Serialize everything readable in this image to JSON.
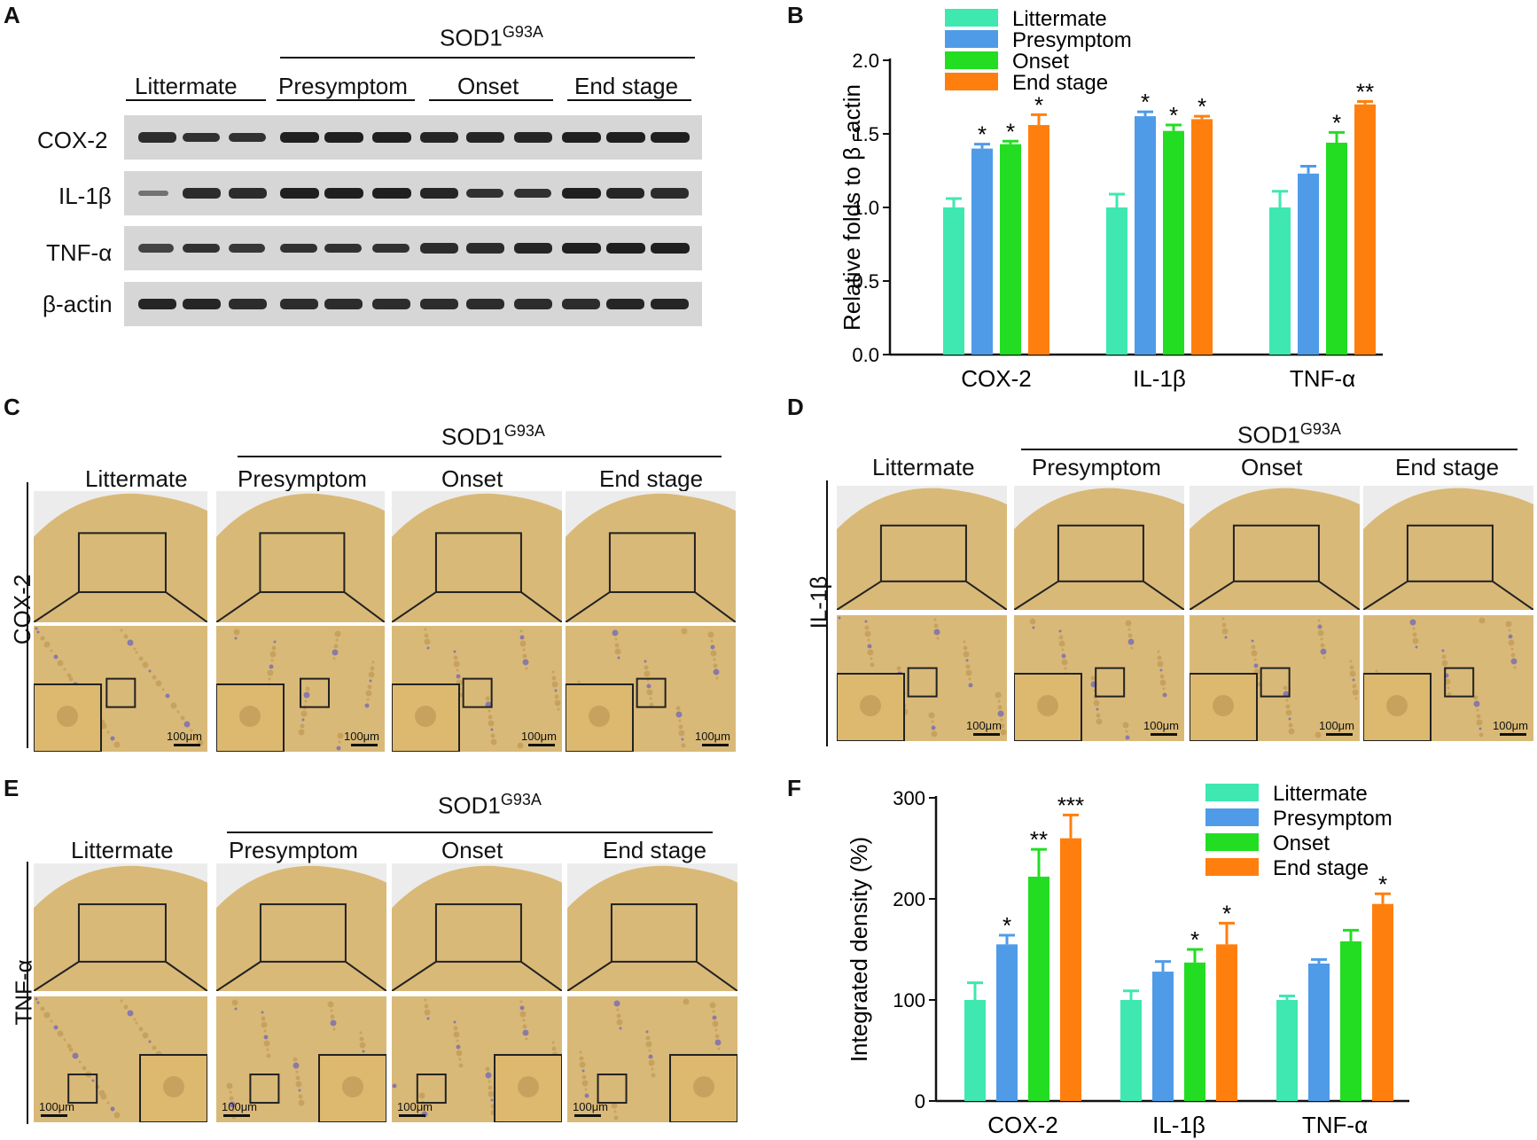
{
  "panels": {
    "A": "A",
    "B": "B",
    "C": "C",
    "D": "D",
    "E": "E",
    "F": "F"
  },
  "groups": {
    "main": "SOD1",
    "sup": "G93A",
    "littermate": "Littermate",
    "presymptom": "Presymptom",
    "onset": "Onset",
    "end_stage": "End stage"
  },
  "blot_rows": [
    "COX-2",
    "IL-1β",
    "TNF-α",
    "β-actin"
  ],
  "blot_intensity": [
    [
      0.9,
      0.85,
      0.85,
      1,
      1,
      1,
      0.95,
      0.95,
      0.95,
      1,
      1,
      1
    ],
    [
      0.3,
      0.9,
      0.9,
      1,
      1,
      1,
      0.95,
      0.85,
      0.85,
      1,
      0.95,
      0.9
    ],
    [
      0.7,
      0.85,
      0.8,
      0.85,
      0.85,
      0.85,
      0.9,
      0.9,
      0.95,
      1,
      1,
      1
    ],
    [
      0.95,
      0.95,
      0.9,
      0.9,
      0.9,
      0.9,
      0.9,
      0.9,
      0.9,
      0.9,
      0.95,
      0.95
    ]
  ],
  "ihc": {
    "C_row_label": "COX-2",
    "D_row_label": "IL-1β",
    "E_row_label": "TNF-α",
    "scale_bar": "100μm"
  },
  "colors": {
    "littermate": "#3ee8b0",
    "presymptom": "#4f9be8",
    "onset": "#22dd22",
    "end_stage": "#ff7f0e",
    "tissue": "#d9b978",
    "tissue_dark": "#c7a25f",
    "blot_bg": "#d6d6d6"
  },
  "chart_data": [
    {
      "panel": "B",
      "type": "bar",
      "categories": [
        "COX-2",
        "IL-1β",
        "TNF-α"
      ],
      "ylabel": "Relative folds to β -actin",
      "ylim": [
        0,
        2.0
      ],
      "yticks": [
        "0.0",
        "0.5",
        "1.0",
        "1.5",
        "2.0"
      ],
      "legend_position": "top-left",
      "series": [
        {
          "name": "Littermate",
          "values": [
            1.0,
            1.0,
            1.0
          ],
          "errors": [
            0.06,
            0.09,
            0.11
          ],
          "sig": [
            "",
            "",
            ""
          ]
        },
        {
          "name": "Presymptom",
          "values": [
            1.4,
            1.62,
            1.23
          ],
          "errors": [
            0.03,
            0.03,
            0.05
          ],
          "sig": [
            "*",
            "*",
            ""
          ]
        },
        {
          "name": "Onset",
          "values": [
            1.43,
            1.52,
            1.44
          ],
          "errors": [
            0.02,
            0.04,
            0.07
          ],
          "sig": [
            "*",
            "*",
            "*"
          ]
        },
        {
          "name": "End stage",
          "values": [
            1.56,
            1.6,
            1.7
          ],
          "errors": [
            0.07,
            0.02,
            0.02
          ],
          "sig": [
            "*",
            "*",
            "**"
          ]
        }
      ]
    },
    {
      "panel": "F",
      "type": "bar",
      "categories": [
        "COX-2",
        "IL-1β",
        "TNF-α"
      ],
      "ylabel": "Integrated density (%)",
      "ylim": [
        0,
        300
      ],
      "yticks": [
        "0",
        "100",
        "200",
        "300"
      ],
      "legend_position": "top-right",
      "series": [
        {
          "name": "Littermate",
          "values": [
            100,
            100,
            100
          ],
          "errors": [
            17,
            9,
            4
          ],
          "sig": [
            "",
            "",
            ""
          ]
        },
        {
          "name": "Presymptom",
          "values": [
            155,
            128,
            136
          ],
          "errors": [
            9,
            10,
            4
          ],
          "sig": [
            "*",
            "",
            ""
          ]
        },
        {
          "name": "Onset",
          "values": [
            222,
            137,
            158
          ],
          "errors": [
            27,
            13,
            11
          ],
          "sig": [
            "**",
            "*",
            ""
          ]
        },
        {
          "name": "End stage",
          "values": [
            260,
            155,
            195
          ],
          "errors": [
            23,
            21,
            10
          ],
          "sig": [
            "***",
            "*",
            "*"
          ]
        }
      ]
    }
  ]
}
